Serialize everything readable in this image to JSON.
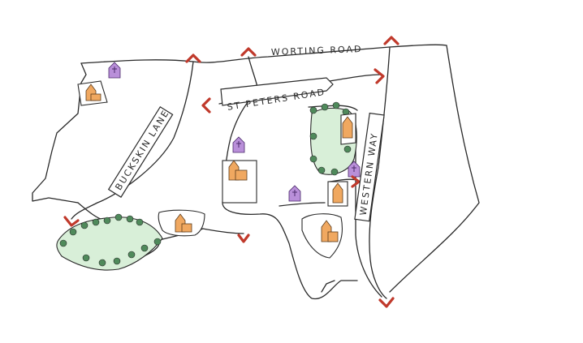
{
  "map": {
    "roads": [
      {
        "id": "worting-road",
        "label": "WORTING ROAD"
      },
      {
        "id": "st-peters-road",
        "label": "ST PETERS ROAD"
      },
      {
        "id": "buckskin-lane",
        "label": "BUCKSKIN LANE"
      },
      {
        "id": "western-way",
        "label": "WESTERN WAY"
      }
    ],
    "colors": {
      "road": "#2a2a2a",
      "arrow": "#c0392b",
      "woodland": "#d8efd8",
      "tree": "#4f8a5b",
      "house": "#f0a860",
      "church": "#b98fd9",
      "background": "#ffffff"
    },
    "symbols": [
      "arrow-icon",
      "house-icon",
      "church-icon",
      "tree-icon"
    ]
  }
}
